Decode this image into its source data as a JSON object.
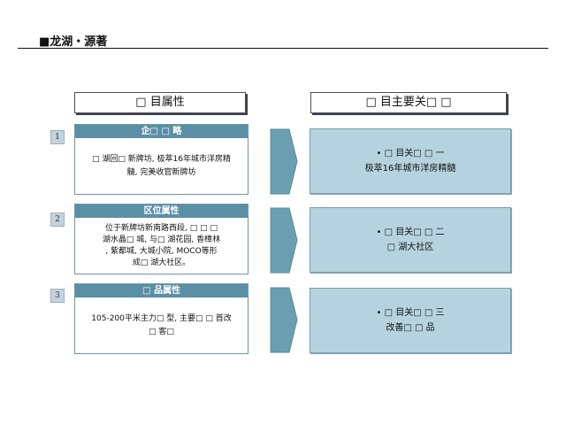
{
  "header": {
    "brand": "■龙湖・源著"
  },
  "columns": {
    "left_title": "□ 目属性",
    "right_title": "□ 目主要关□ □"
  },
  "rows": [
    {
      "number": "1",
      "head": "企□ □ 略",
      "body_lines": [
        "□ 湖回□ 新牌坊, 极萃16年城市洋房精",
        "髓, 完美收官新牌坊"
      ],
      "result_lines": [
        "• □ 目关□ □ 一",
        "极萃16年城市洋房精髓"
      ]
    },
    {
      "number": "2",
      "head": "区位属性",
      "body_lines": [
        "位于新牌坊新南路西段, □ □ □",
        "湖水晶□ 城, 与□ 湖花园, 香樟林",
        ", 紫都城, 大城小院, MOCO等形",
        "成□ 湖大社区。"
      ],
      "result_lines": [
        "• □ 目关□ □ 二",
        "□ 湖大社区"
      ]
    },
    {
      "number": "3",
      "head": "□ 品属性",
      "body_lines": [
        "105-200平米主力□ 型, 主要□ □ 首改",
        "□ 客□"
      ],
      "result_lines": [
        "• □ 目关□ □ 三",
        "改善□ □ 品"
      ]
    }
  ]
}
